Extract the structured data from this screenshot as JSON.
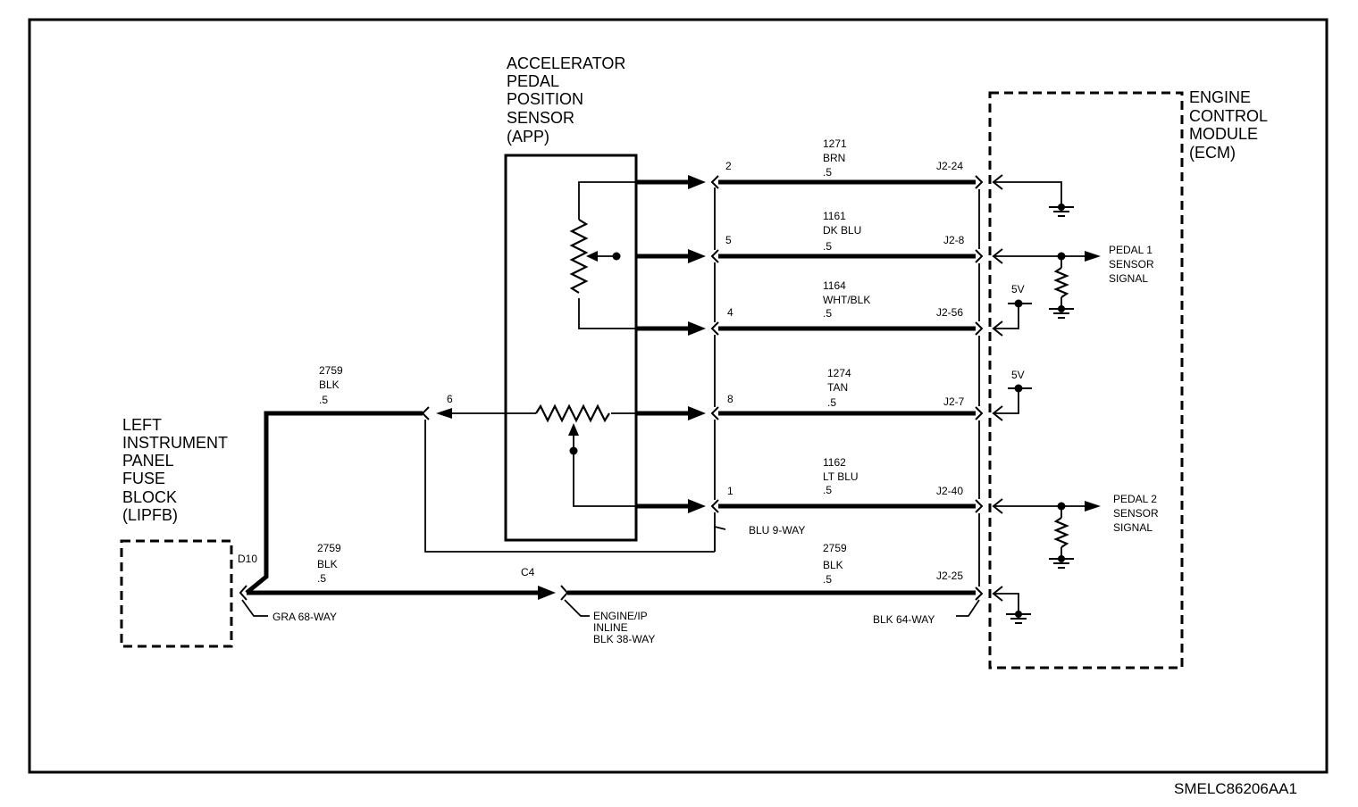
{
  "components": {
    "app_sensor": [
      "ACCELERATOR",
      "PEDAL",
      "POSITION",
      "SENSOR",
      "(APP)"
    ],
    "ecm": [
      "ENGINE",
      "CONTROL",
      "MODULE",
      "(ECM)"
    ],
    "lipfb": [
      "LEFT",
      "INSTRUMENT",
      "PANEL",
      "FUSE",
      "BLOCK",
      "(LIPFB)"
    ]
  },
  "circuits": [
    {
      "pin": "2",
      "circuit": "1271",
      "color": "BRN",
      "gauge": ".5",
      "ecm_pin": "J2-24"
    },
    {
      "pin": "5",
      "circuit": "1161",
      "color": "DK BLU",
      "gauge": ".5",
      "ecm_pin": "J2-8"
    },
    {
      "pin": "4",
      "circuit": "1164",
      "color": "WHT/BLK",
      "gauge": ".5",
      "ecm_pin": "J2-56"
    },
    {
      "pin": "8",
      "circuit": "1274",
      "color": "TAN",
      "gauge": ".5",
      "ecm_pin": "J2-7"
    },
    {
      "pin": "1",
      "circuit": "1162",
      "color": "LT BLU",
      "gauge": ".5",
      "ecm_pin": "J2-40"
    }
  ],
  "ground_circuit": {
    "upper": {
      "circuit": "2759",
      "color": "BLK",
      "gauge": ".5",
      "pin": "6"
    },
    "lower_left": {
      "circuit": "2759",
      "color": "BLK",
      "gauge": ".5"
    },
    "lower_right": {
      "circuit": "2759",
      "color": "BLK",
      "gauge": ".5",
      "ecm_pin": "J2-25"
    },
    "fuse_pin": "D10",
    "inline_pin": "C4"
  },
  "connectors": {
    "app_connector": "BLU 9-WAY",
    "lipfb_connector": "GRA 68-WAY",
    "inline_connector": [
      "ENGINE/IP",
      "INLINE",
      "BLK 38-WAY"
    ],
    "ecm_connector": "BLK 64-WAY"
  },
  "signals": {
    "pedal1": [
      "PEDAL 1",
      "SENSOR",
      "SIGNAL"
    ],
    "pedal2": [
      "PEDAL 2",
      "SENSOR",
      "SIGNAL"
    ],
    "ref_voltage_1": "5V",
    "ref_voltage_2": "5V"
  },
  "figure_id": "SMELC86206AA1"
}
